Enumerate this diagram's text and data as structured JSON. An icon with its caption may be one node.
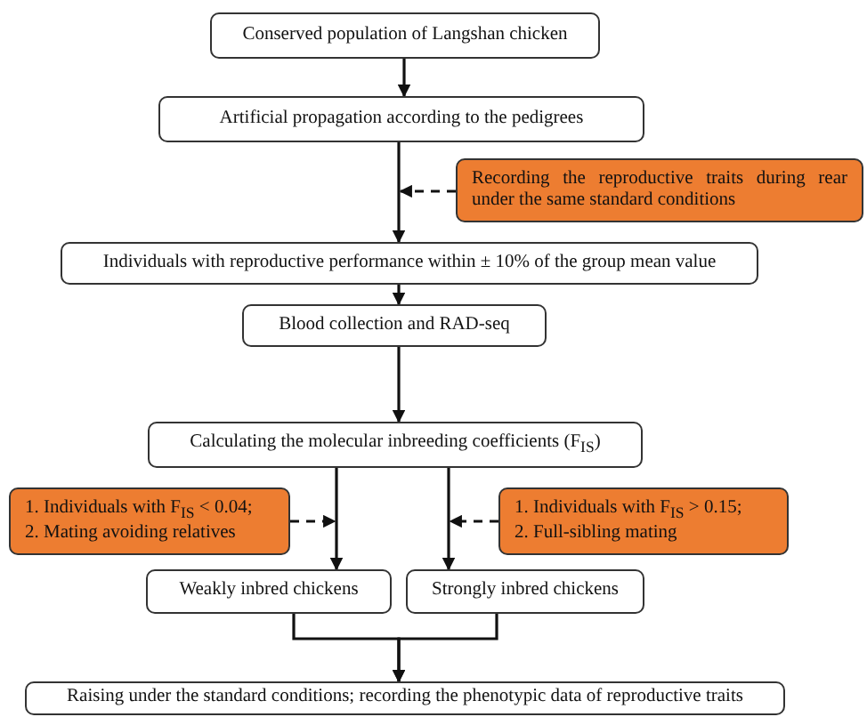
{
  "diagram": {
    "nodes": [
      {
        "text": [
          "Conserved population of Langshan chicken"
        ]
      },
      {
        "text": [
          "Artificial propagation according to the pedigrees"
        ]
      },
      {
        "text": [
          "Recording the reproductive traits during rear under the same standard conditions"
        ]
      },
      {
        "text": [
          "Individuals with reproductive performance within ± 10% of the group mean value"
        ]
      },
      {
        "text": [
          "Blood collection and RAD-seq"
        ]
      },
      {
        "text": [
          "Calculating the molecular inbreeding coefficients (F$_{IS}$)"
        ]
      },
      {
        "text": [
          "1. Individuals with F$_{IS}$ < 0.04;",
          "2. Mating avoiding relatives"
        ]
      },
      {
        "text": [
          "1. Individuals with F$_{IS}$ > 0.15;",
          "2. Full-sibling mating"
        ]
      },
      {
        "text": [
          "Weakly inbred chickens"
        ]
      },
      {
        "text": [
          "Strongly inbred chickens"
        ]
      },
      {
        "text": [
          "Raising under the standard conditions; recording the phenotypic data of reproductive traits"
        ]
      }
    ],
    "edges": [
      {
        "from": 0,
        "to": 1,
        "arrow": "to"
      },
      {
        "from": 1,
        "to": 3,
        "arrow": "to"
      },
      {
        "from": 2,
        "to": 3,
        "arrow": "to",
        "style": "dashed"
      },
      {
        "from": 3,
        "to": 4,
        "arrow": "to"
      },
      {
        "from": 4,
        "to": 5,
        "arrow": "to"
      },
      {
        "from": 5,
        "to": 8,
        "arrow": "to"
      },
      {
        "from": 5,
        "to": 9,
        "arrow": "to"
      },
      {
        "from": 6,
        "to": 8,
        "arrow": "to",
        "style": "dashed"
      },
      {
        "from": 7,
        "to": 9,
        "arrow": "to",
        "style": "dashed"
      },
      {
        "from": 8,
        "to": 10,
        "arrow": "to"
      },
      {
        "from": 9,
        "to": 10,
        "arrow": "to"
      }
    ]
  }
}
